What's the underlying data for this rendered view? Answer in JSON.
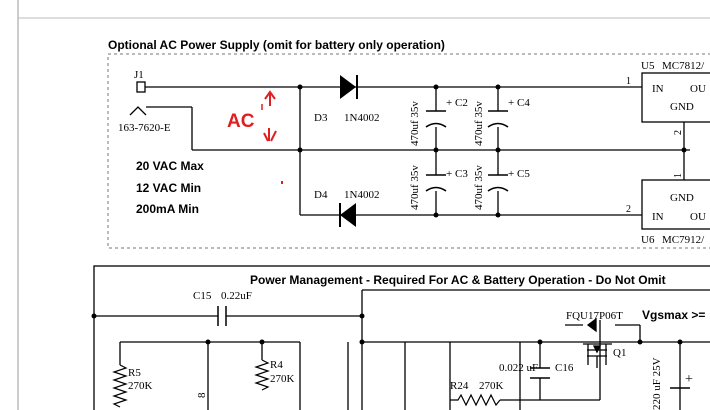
{
  "ac_section": {
    "title": "Optional AC Power Supply (omit for battery only operation)",
    "connector": {
      "ref": "J1",
      "part": "163-7620-E"
    },
    "annotation": {
      "label": "AC"
    },
    "specs": [
      "20 VAC Max",
      "12 VAC Min",
      "200mA Min"
    ],
    "diodes": [
      {
        "ref": "D3",
        "part": "1N4002"
      },
      {
        "ref": "D4",
        "part": "1N4002"
      }
    ],
    "capacitors": [
      {
        "ref": "C2",
        "value": "470uf 35v",
        "polarity": "+"
      },
      {
        "ref": "C4",
        "value": "470uf 35v",
        "polarity": "+"
      },
      {
        "ref": "C3",
        "value": "470uf 35v",
        "polarity": "+"
      },
      {
        "ref": "C5",
        "value": "470uf 35v",
        "polarity": "+"
      }
    ],
    "regulators": [
      {
        "ref": "U5",
        "part": "MC7812/",
        "pin_in": "IN",
        "pin_out": "OU",
        "pin_gnd": "GND",
        "pin1": "1",
        "pin2": "2"
      },
      {
        "ref": "U6",
        "part": "MC7912/",
        "pin_in": "IN",
        "pin_out": "OU",
        "pin_gnd": "GND",
        "pin_gnd_num": "1",
        "pin_in_num": "2"
      }
    ]
  },
  "pm_section": {
    "title": "Power Management - Required For AC & Battery Operation - Do Not Omit",
    "c15": {
      "ref": "C15",
      "value": "0.22uF"
    },
    "mosfet": {
      "part": "FQU17P06T",
      "ref": "Q1",
      "note": "Vgsmax >="
    },
    "r5": {
      "ref": "R5",
      "value": "270K"
    },
    "r4": {
      "ref": "R4",
      "value": "270K"
    },
    "r24": {
      "ref": "R24",
      "value": "270K"
    },
    "c16": {
      "ref": "C16",
      "value": "0.022 uF"
    },
    "cbig": {
      "value": "220 uF 25V",
      "polarity": "+"
    },
    "pin8": "8"
  },
  "colors": {
    "annotation": "#e02020",
    "wire": "#000000",
    "border": "#777777"
  }
}
